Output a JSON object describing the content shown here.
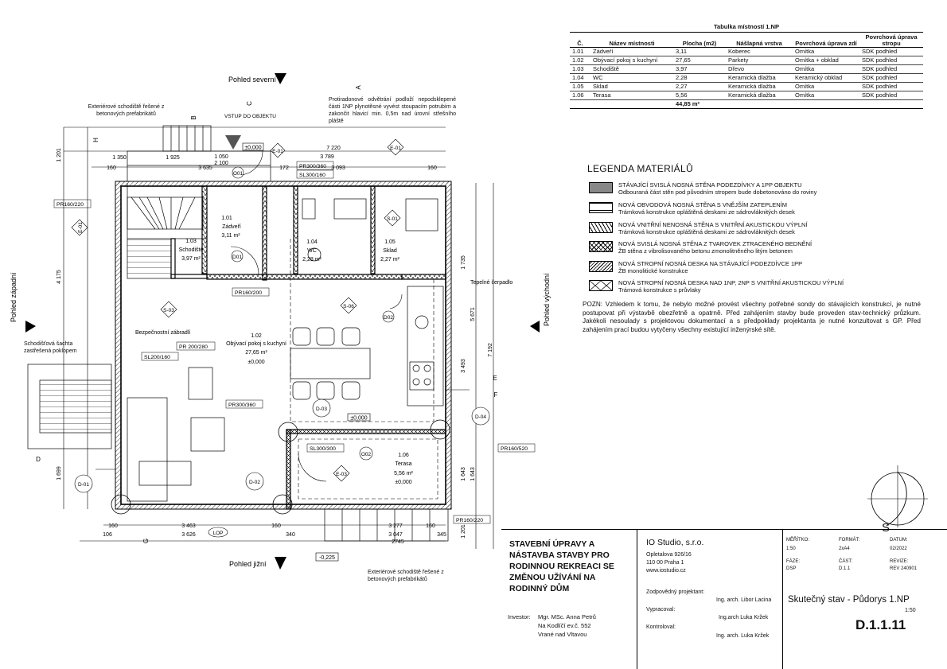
{
  "room_table": {
    "title": "Tabulka místností 1.NP",
    "headers": [
      "Č.",
      "Název místnosti",
      "Plocha (m2)",
      "Nášlapná vrstva",
      "Povrchová úprava zdí",
      "Povrchová úprava stropu"
    ],
    "rows": [
      [
        "1.01",
        "Zádveří",
        "3,11",
        "Koberec",
        "Omítka",
        "SDK podhled"
      ],
      [
        "1.02",
        "Obývací pokoj s kuchyní",
        "27,65",
        "Parkety",
        "Omítka + obklad",
        "SDK podhled"
      ],
      [
        "1.03",
        "Schodiště",
        "3,97",
        "Dřevo",
        "Omítka",
        "SDK podhled"
      ],
      [
        "1.04",
        "WC",
        "2,28",
        "Keramická dlažba",
        "Keramický obklad",
        "SDK podhled"
      ],
      [
        "1.05",
        "Sklad",
        "2,27",
        "Keramická dlažba",
        "Omítka",
        "SDK podhled"
      ],
      [
        "1.06",
        "Terasa",
        "5,56",
        "Keramická dlažba",
        "Omítka",
        "SDK podhled"
      ]
    ],
    "total": "44,85 m²"
  },
  "legend": {
    "title": "LEGENDA MATERIÁLŮ",
    "items": [
      {
        "title": "STÁVAJÍCÍ SVISLÁ NOSNÁ STĚNA PODEZDÍVKY A 1PP OBJEKTU",
        "desc": "Odbouraná část stěn pod původním stropem bude dobetonováno do roviny",
        "pattern": "gray"
      },
      {
        "title": "NOVÁ OBVODOVÁ NOSNÁ STĚNA S VNĚJŠÍM ZATEPLENÍM",
        "desc": "Trámková konstrukce opláštěná deskami ze sádrovláknitých desek",
        "pattern": "double-line"
      },
      {
        "title": "NOVÁ VNITŘNÍ  NENOSNÁ STĚNA S VNITŘNÍ AKUSTICKOU VÝPLNÍ",
        "desc": "Trámková konstrukce opláštěná deskami ze sádrovláknitých desek",
        "pattern": "zigzag"
      },
      {
        "title": "NOVÁ SVISLÁ NOSNÁ STĚNA Z TVAROVEK ZTRACENÉHO BEDNĚNÍ",
        "desc": "ŽB stěna z vibrolisovaného betonu zmonolitněného litým betonem",
        "pattern": "crosshatch"
      },
      {
        "title": "NOVÁ STROPNÍ NOSNÁ DESKA NA STÁVAJÍCÍ PODEZDÍVCE 1PP",
        "desc": "ŽB monolitické konstrukce",
        "pattern": "diagonal"
      },
      {
        "title": "NOVÁ STROPNÍ NOSNÁ DESKA NAD 1NP, 2NP S VNITŘNÍ AKUSTICKOU VÝPLNÍ",
        "desc": "Trámová konstrukce s průvlaky",
        "pattern": "diamond"
      }
    ],
    "note": "POZN: Vzhledem k tomu, že nebylo možné provést všechny potřebné sondy do stávajících konstrukcí, je nutné postupovat při výstavbě obezřetně a opatrně. Před zahájením stavby bude proveden stav-technický průzkum. Jakékoli nesoulady s projektovou dokumentací a s předpoklady projektanta je nutné konzultovat s GP. Před zahájením prací budou vytyčeny všechny existující inženýrské sítě."
  },
  "plan": {
    "views": [
      "Pohled severní",
      "Pohled západní",
      "Pohled východní",
      "Pohled jižní"
    ],
    "callouts": {
      "stair_north": "Exteriérové schodiště řešené z betonových prefabrikátů",
      "stair_south": "Exteriérové schodiště řešené z betonových prefabrikátů",
      "vent": "Protiradonové odvětrání podloží nepodsklepené části 1NP plynotěsné vyvést stoupacím potrubím a zakončit hlavicí min. 0,5m nad úrovní střešního pláště",
      "shaft": "Schodišťová šachta zastřešená poklopem",
      "entrance": "VSTUP DO OBJEKTU",
      "railing": "Bezpečnostní zábradlí",
      "heat_pump": "Tepelné čerpadlo"
    },
    "rooms": [
      {
        "id": "1.01",
        "name": "Zádveří",
        "area": "3,11 m²"
      },
      {
        "id": "1.02",
        "name": "Obývací pokoj s kuchyní",
        "area": "27,65 m²",
        "level": "±0,000"
      },
      {
        "id": "1.03",
        "name": "Schodiště",
        "area": "3,97 m²"
      },
      {
        "id": "1.04",
        "name": "WC",
        "area": "2,28 m²"
      },
      {
        "id": "1.05",
        "name": "Sklad",
        "area": "2,27 m²"
      },
      {
        "id": "1.06",
        "name": "Terasa",
        "area": "5,56 m²",
        "level": "±0,000"
      }
    ],
    "levels": [
      "±0,000",
      "±0,000",
      "-0,225"
    ],
    "lintels": [
      "PR160/220",
      "PR300/360",
      "SL300/160",
      "PR160/200",
      "PR 200/280",
      "SL200/160",
      "PR300/360",
      "SL300/300",
      "PR160/520",
      "PR160/220"
    ],
    "tags": [
      "E-01",
      "E-01",
      "E-01",
      "S-01",
      "S-03",
      "S-06",
      "E-03",
      "O01",
      "O02",
      "D01",
      "D02",
      "D-01",
      "D-02",
      "D-03",
      "D-04",
      "LOP"
    ],
    "dimensions_top": [
      "1 350",
      "1 925",
      "1 050",
      "3 789",
      "7 220",
      "2 100",
      "3 635",
      "3 093",
      "160",
      "172",
      "160"
    ],
    "dimensions_bottom": [
      "160",
      "3 463",
      "160",
      "3 277",
      "160",
      "3 626",
      "3 047",
      "106",
      "340",
      "2745",
      "345"
    ],
    "dimensions_left": [
      "1 201",
      "4 175",
      "1 699"
    ],
    "dimensions_right": [
      "1 735",
      "5 671",
      "7 192",
      "3 493",
      "1 643",
      "1 643",
      "1 201"
    ],
    "section_marks": [
      "A",
      "B",
      "C",
      "D",
      "E",
      "F",
      "G",
      "H"
    ]
  },
  "north_label": "S",
  "title_block": {
    "title": "STAVEBNÍ ÚPRAVY A NÁSTAVBA STAVBY PRO RODINNOU REKREACI SE ZMĚNOU UŽÍVÁNÍ NA RODINNÝ DŮM",
    "investor_label": "Investor:",
    "investor": [
      "Mgr. MSc. Anna Petrů",
      "Na Kodlíčí ev.č. 552",
      "Vrané nad Vltavou"
    ],
    "firm": "IO Studio, s.r.o.",
    "address": [
      "Opletalova 926/16",
      "110 00 Praha 1",
      "www.iostudio.cz"
    ],
    "roles": [
      {
        "label": "Zodpovědný projektant:",
        "name": "Ing. arch. Libor Lacina"
      },
      {
        "label": "Vypracoval:",
        "name": "Ing.arch Luka Kržek"
      },
      {
        "label": "Kontroloval:",
        "name": "Ing. arch. Luka Kržek"
      }
    ],
    "meta": [
      {
        "label": "MĚŘÍTKO:",
        "value": "1:50"
      },
      {
        "label": "FORMÁT:",
        "value": "2xA4"
      },
      {
        "label": "DATUM:",
        "value": "02/2022"
      },
      {
        "label": "FÁZE:",
        "value": "DSP"
      },
      {
        "label": "ČÁST:",
        "value": "D.1.1"
      },
      {
        "label": "REVIZE:",
        "value": "REV 240901"
      }
    ],
    "drawing_name": "Skutečný stav - Půdorys 1.NP",
    "scale": "1:50",
    "code": "D.1.1.11"
  }
}
